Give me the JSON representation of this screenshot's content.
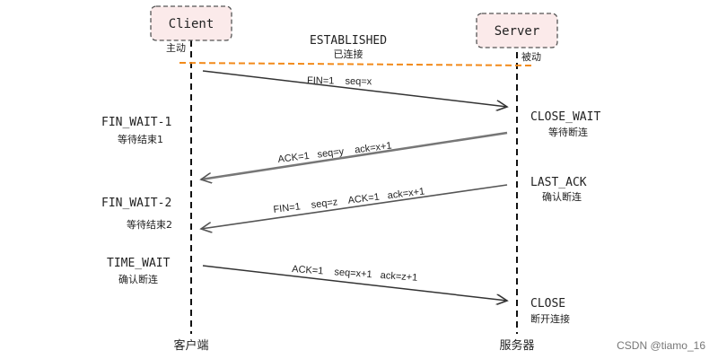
{
  "client": {
    "name": "Client",
    "role": "主动",
    "footer": "客户端"
  },
  "server": {
    "name": "Server",
    "role": "被动",
    "footer": "服务器"
  },
  "established": {
    "state": "ESTABLISHED",
    "desc": "已连接"
  },
  "client_states": [
    {
      "state": "FIN_WAIT-1",
      "desc": "等待结束1"
    },
    {
      "state": "FIN_WAIT-2",
      "desc": "等待结束2"
    },
    {
      "state": "TIME_WAIT",
      "desc": "确认断连"
    }
  ],
  "server_states": [
    {
      "state": "CLOSE_WAIT",
      "desc": "等待断连"
    },
    {
      "state": "LAST_ACK",
      "desc": "确认断连"
    },
    {
      "state": "CLOSE",
      "desc": "断开连接"
    }
  ],
  "messages": [
    {
      "direction": "client-to-server",
      "label": "FIN=1    seq=x"
    },
    {
      "direction": "server-to-client",
      "label": "ACK=1   seq=y    ack=x+1"
    },
    {
      "direction": "server-to-client",
      "label": "FIN=1    seq=z    ACK=1   ack=x+1"
    },
    {
      "direction": "client-to-server",
      "label": "ACK=1    seq=x+1   ack=z+1"
    }
  ],
  "watermark": "CSDN @tiamo_16",
  "colors": {
    "box_fill": "#fbeaea",
    "box_stroke": "#555555",
    "lifeline": "#111111",
    "established_line": "#f28a1a",
    "arrow_dark": "#333333",
    "arrow_gray": "#777777"
  }
}
